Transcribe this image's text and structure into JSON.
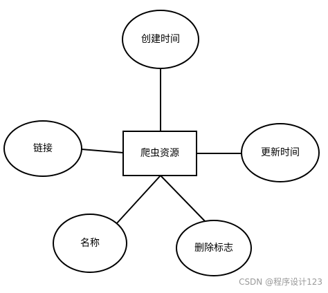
{
  "entity": {
    "label": "爬虫资源"
  },
  "attributes": {
    "created_time": "创建时间",
    "updated_time": "更新时间",
    "deleted_flag": "删除标志",
    "name": "名称",
    "link": "链接"
  },
  "watermark": {
    "text": "CSDN @程序设计123"
  },
  "colors": {
    "stroke": "#000000",
    "background": "#ffffff",
    "watermark": "#999999"
  }
}
